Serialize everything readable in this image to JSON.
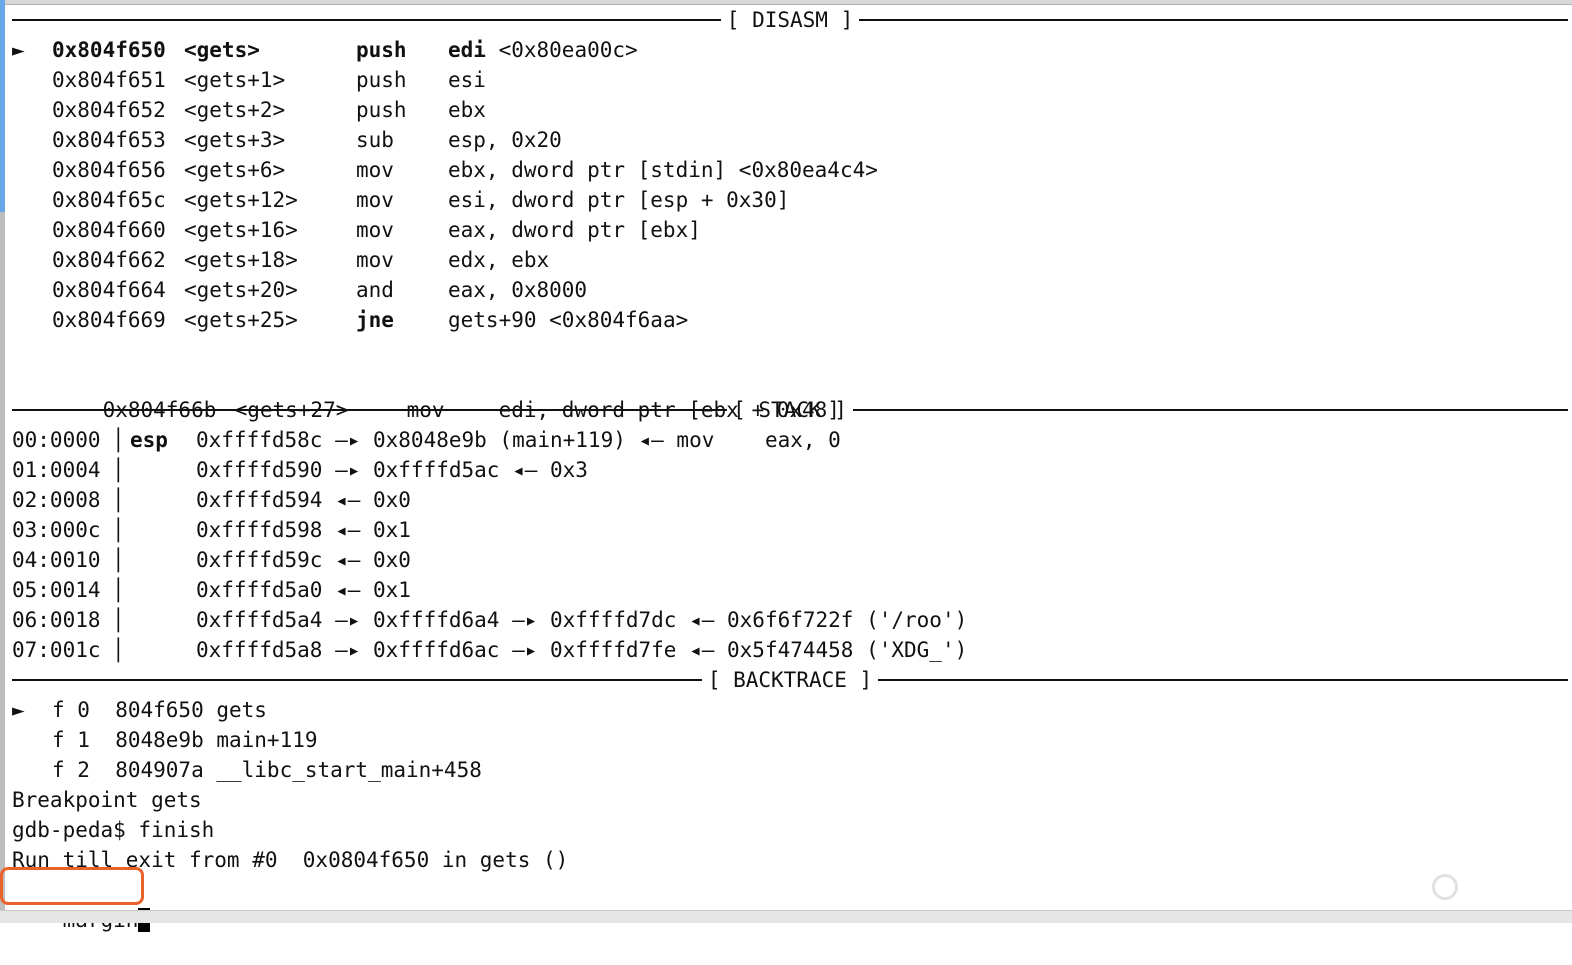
{
  "disasm": {
    "header": "[ DISASM ]",
    "rows": [
      {
        "marker": "►",
        "addr": "0x804f650",
        "sym": "<gets>",
        "mnem": "push",
        "ops": "edi",
        "comment": " <0x80ea00c>",
        "current": true
      },
      {
        "marker": "",
        "addr": "0x804f651",
        "sym": "<gets+1>",
        "mnem": "push",
        "ops": "esi",
        "comment": "",
        "current": false
      },
      {
        "marker": "",
        "addr": "0x804f652",
        "sym": "<gets+2>",
        "mnem": "push",
        "ops": "ebx",
        "comment": "",
        "current": false
      },
      {
        "marker": "",
        "addr": "0x804f653",
        "sym": "<gets+3>",
        "mnem": "sub",
        "ops": "esp, 0x20",
        "comment": "",
        "current": false
      },
      {
        "marker": "",
        "addr": "0x804f656",
        "sym": "<gets+6>",
        "mnem": "mov",
        "ops": "ebx, dword ptr [stdin]",
        "comment": " <0x80ea4c4>",
        "current": false
      },
      {
        "marker": "",
        "addr": "0x804f65c",
        "sym": "<gets+12>",
        "mnem": "mov",
        "ops": "esi, dword ptr [esp + 0x30]",
        "comment": "",
        "current": false
      },
      {
        "marker": "",
        "addr": "0x804f660",
        "sym": "<gets+16>",
        "mnem": "mov",
        "ops": "eax, dword ptr [ebx]",
        "comment": "",
        "current": false
      },
      {
        "marker": "",
        "addr": "0x804f662",
        "sym": "<gets+18>",
        "mnem": "mov",
        "ops": "edx, ebx",
        "comment": "",
        "current": false
      },
      {
        "marker": "",
        "addr": "0x804f664",
        "sym": "<gets+20>",
        "mnem": "and",
        "ops": "eax, 0x8000",
        "comment": "",
        "current": false
      },
      {
        "marker": "",
        "addr": "0x804f669",
        "sym": "<gets+25>",
        "mnem": "jne",
        "ops": "gets+90",
        "comment": " <0x804f6aa>",
        "current": false,
        "bold_mnem": true
      }
    ],
    "after_gap": {
      "marker": "",
      "addr": "0x804f66b",
      "sym": "<gets+27>",
      "mnem": "mov",
      "ops": "edi, dword ptr [ebx + 0x48]",
      "comment": ""
    }
  },
  "stack": {
    "header": "[ STACK ]",
    "rows": [
      {
        "off": "00:0000",
        "reg": "esp",
        "val": "0xffffd58c —▸ 0x8048e9b (main+119) ◂— mov    eax, 0"
      },
      {
        "off": "01:0004",
        "reg": "",
        "val": "0xffffd590 —▸ 0xffffd5ac ◂— 0x3"
      },
      {
        "off": "02:0008",
        "reg": "",
        "val": "0xffffd594 ◂— 0x0"
      },
      {
        "off": "03:000c",
        "reg": "",
        "val": "0xffffd598 ◂— 0x1"
      },
      {
        "off": "04:0010",
        "reg": "",
        "val": "0xffffd59c ◂— 0x0"
      },
      {
        "off": "05:0014",
        "reg": "",
        "val": "0xffffd5a0 ◂— 0x1"
      },
      {
        "off": "06:0018",
        "reg": "",
        "val": "0xffffd5a4 —▸ 0xffffd6a4 —▸ 0xffffd7dc ◂— 0x6f6f722f ('/roo')"
      },
      {
        "off": "07:001c",
        "reg": "",
        "val": "0xffffd5a8 —▸ 0xffffd6ac —▸ 0xffffd7fe ◂— 0x5f474458 ('XDG_')"
      }
    ]
  },
  "backtrace": {
    "header": "[ BACKTRACE ]",
    "frames": [
      {
        "marker": "►",
        "text": "f 0  804f650 gets"
      },
      {
        "marker": "",
        "text": "f 1  8048e9b main+119"
      },
      {
        "marker": "",
        "text": "f 2  804907a __libc_start_main+458"
      }
    ]
  },
  "console": {
    "lines": [
      "Breakpoint gets",
      "gdb-peda$ finish",
      "Run till exit from #0  0x0804f650 in gets ()"
    ],
    "input_text": "margin"
  },
  "colors": {
    "highlight_border": "#e8622a",
    "left_accent": "#6aa7e8"
  }
}
